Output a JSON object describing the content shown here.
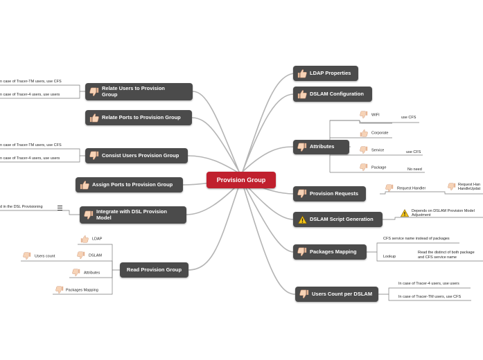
{
  "central": "Provision Group",
  "right": {
    "ldap_properties": "LDAP Properties",
    "dslam_configuration": "DSLAM Configuration",
    "attributes": {
      "label": "Attributes",
      "children": [
        {
          "label": "WIFI",
          "note": "use CFS"
        },
        {
          "label": "Corporate",
          "note": ""
        },
        {
          "label": "Service",
          "note": "use CFS"
        },
        {
          "label": "Package",
          "note": "No need"
        }
      ]
    },
    "provision_requests": {
      "label": "Provision Requests",
      "child": "Request Handler",
      "note_line1": "Request Han",
      "note_line2": "HandleUpdat"
    },
    "dslam_script_generation": {
      "label": "DSLAM Script Generation",
      "note_line1": "Depends on DSLAM Provision Model",
      "note_line2": "Adjustment"
    },
    "packages_mapping": {
      "label": "Packages Mapping",
      "child1": "CFS service name instead of packages",
      "child2": "Lookup",
      "note_line1": "Read the distinct of both package",
      "note_line2": "and CFS service name"
    },
    "users_count_per_dslam": {
      "label": "Users Count per DSLAM",
      "child1": "In case of Tracer-4 users, use users",
      "child2": "In case of Tracer-TM users, use CFS"
    }
  },
  "left": {
    "relate_users": {
      "label_line1": "Relate Users to Provision",
      "label_line2": "Group",
      "child1": "n case of Tracer-TM users, use CFS",
      "child2": "n case of Tracer-4 users, use users"
    },
    "relate_ports": "Relate Ports to Provision Group",
    "consist_users": {
      "label": "Consist Users Provision Group",
      "child1": "n case of Tracer-TM users, use CFS",
      "child2": "n case of Tracer-4 users, use users"
    },
    "assign_ports": "Assign Ports to Provision Group",
    "integrate_dsl": {
      "label_line1": "Integrate with DSL Provision",
      "label_line2": "Model",
      "child": "d in the DSL Provisioning"
    },
    "read_provision": {
      "label": "Read Provision Group",
      "children": [
        {
          "label": "LDAP"
        },
        {
          "label": "DSLAM",
          "note": "Users count"
        },
        {
          "label": "Attributes"
        },
        {
          "label": "Packages Mapping"
        }
      ]
    }
  },
  "colors": {
    "central": "#c0202e",
    "node": "#4b4b4b",
    "connector": "#b4b4b4",
    "thumb": "#f0c8a8"
  },
  "icons": {
    "up": "thumbs-up-icon",
    "down": "thumbs-down-icon",
    "warning": "warning-icon",
    "notes": "notes-icon"
  }
}
